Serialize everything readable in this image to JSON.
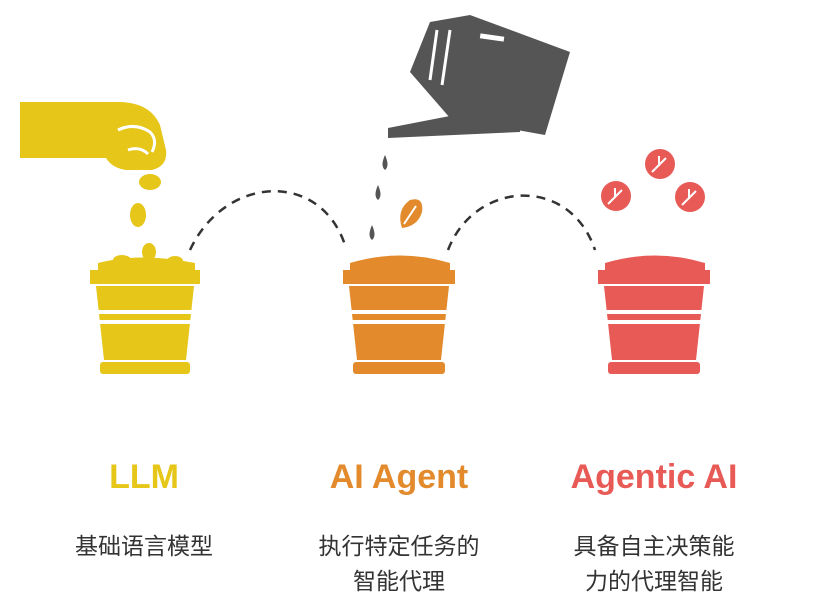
{
  "stages": [
    {
      "title": "LLM",
      "color": "#e6c619",
      "desc_lines": [
        "基础语言模型"
      ],
      "icon": "seeds-hand-pot-icon"
    },
    {
      "title": "AI Agent",
      "color": "#e38a2c",
      "desc_lines": [
        "执行特定任务的",
        "智能代理"
      ],
      "icon": "watering-can-pot-icon"
    },
    {
      "title": "Agentic AI",
      "color": "#e85a56",
      "desc_lines": [
        "具备自主决策能",
        "力的代理智能"
      ],
      "icon": "sprout-pot-icon"
    }
  ],
  "colors": {
    "watering_can": "#555555",
    "text": "#333333",
    "connector": "#333333"
  }
}
